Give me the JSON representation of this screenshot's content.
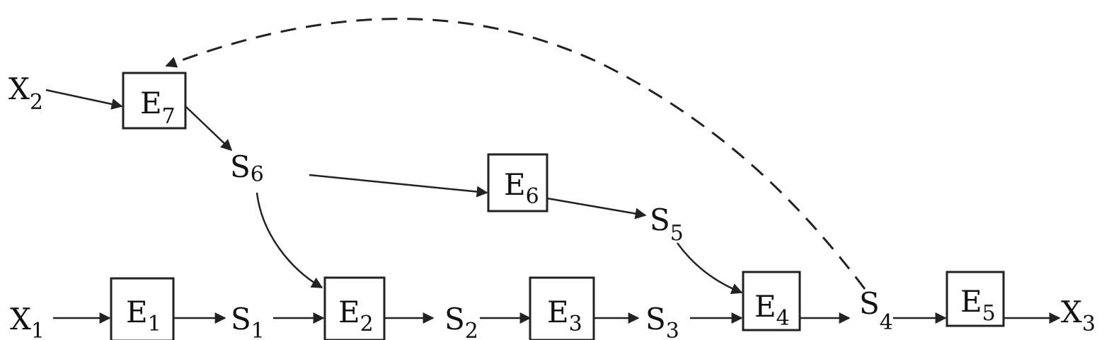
{
  "nodes": {
    "X1": {
      "base": "X",
      "sub": "1"
    },
    "X2": {
      "base": "X",
      "sub": "2"
    },
    "X3": {
      "base": "X",
      "sub": "3"
    },
    "E1": {
      "base": "E",
      "sub": "1"
    },
    "E2": {
      "base": "E",
      "sub": "2"
    },
    "E3": {
      "base": "E",
      "sub": "3"
    },
    "E4": {
      "base": "E",
      "sub": "4"
    },
    "E5": {
      "base": "E",
      "sub": "5"
    },
    "E6": {
      "base": "E",
      "sub": "6"
    },
    "E7": {
      "base": "E",
      "sub": "7"
    },
    "S1": {
      "base": "S",
      "sub": "1"
    },
    "S2": {
      "base": "S",
      "sub": "2"
    },
    "S3": {
      "base": "S",
      "sub": "3"
    },
    "S4": {
      "base": "S",
      "sub": "4"
    },
    "S5": {
      "base": "S",
      "sub": "5"
    },
    "S6": {
      "base": "S",
      "sub": "6"
    }
  },
  "edges": [
    {
      "from": "X1",
      "to": "E1",
      "style": "solid"
    },
    {
      "from": "E1",
      "to": "S1",
      "style": "solid"
    },
    {
      "from": "S1",
      "to": "E2",
      "style": "solid"
    },
    {
      "from": "E2",
      "to": "S2",
      "style": "solid"
    },
    {
      "from": "S2",
      "to": "E3",
      "style": "solid"
    },
    {
      "from": "E3",
      "to": "S3",
      "style": "solid"
    },
    {
      "from": "S3",
      "to": "E4",
      "style": "solid"
    },
    {
      "from": "E4",
      "to": "S4",
      "style": "solid"
    },
    {
      "from": "S4",
      "to": "E5",
      "style": "solid"
    },
    {
      "from": "E5",
      "to": "X3",
      "style": "solid"
    },
    {
      "from": "X2",
      "to": "E7",
      "style": "solid"
    },
    {
      "from": "E7",
      "to": "S6",
      "style": "solid"
    },
    {
      "from": "S6",
      "to": "E6",
      "style": "solid"
    },
    {
      "from": "E6",
      "to": "S5",
      "style": "solid"
    },
    {
      "from": "S6",
      "to": "E2",
      "style": "solid"
    },
    {
      "from": "S5",
      "to": "E4",
      "style": "solid"
    },
    {
      "from": "S4",
      "to": "E7",
      "style": "dashed"
    }
  ]
}
